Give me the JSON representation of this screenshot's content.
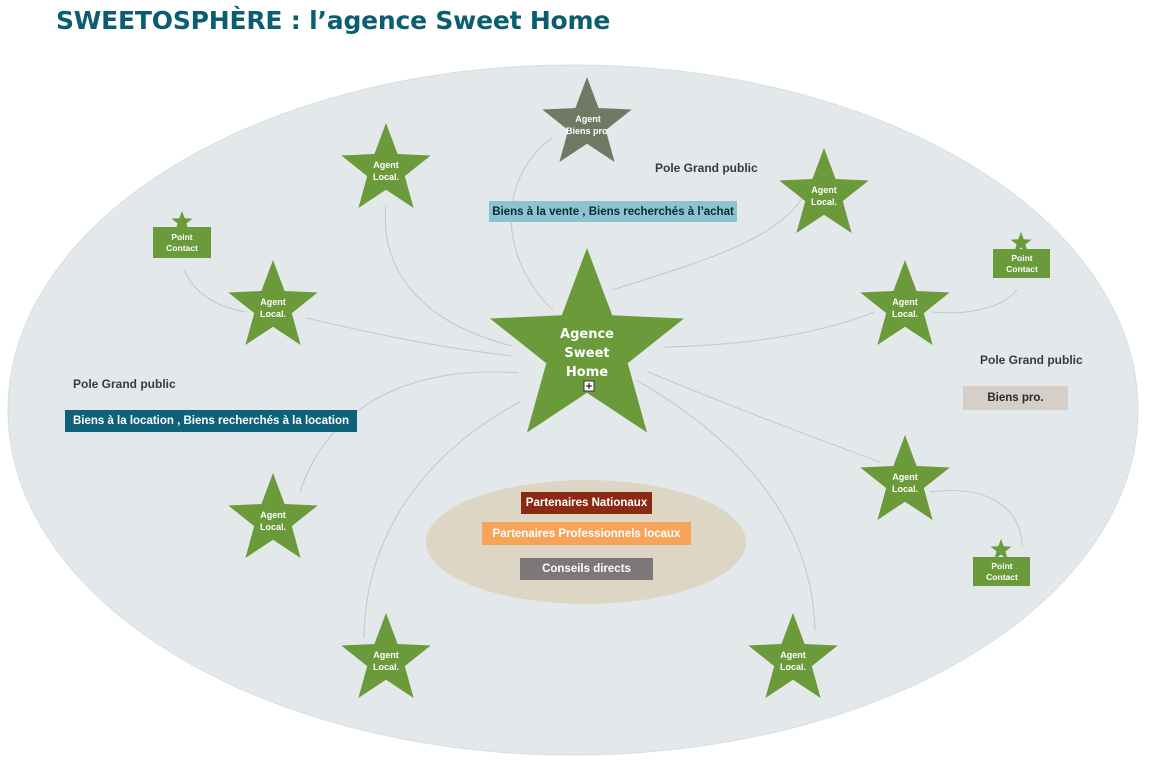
{
  "title": "SWEETOSPHÈRE : l’agence Sweet Home",
  "center": {
    "label": "Agence\nSweet\nHome",
    "expand_symbol": "+"
  },
  "agents": [
    {
      "label": "Agent\nLocal."
    },
    {
      "label": "Agent\nBiens pro."
    },
    {
      "label": "Agent\nLocal."
    },
    {
      "label": "Agent\nLocal."
    },
    {
      "label": "Agent\nLocal."
    },
    {
      "label": "Agent\nLocal."
    },
    {
      "label": "Agent\nLocal."
    },
    {
      "label": "Agent\nLocal."
    },
    {
      "label": "Agent\nLocal."
    }
  ],
  "contact_points": [
    {
      "label": "Point\nContact"
    },
    {
      "label": "Point\nContact"
    },
    {
      "label": "Point\nContact"
    }
  ],
  "poles": [
    {
      "label": "Pole Grand public"
    },
    {
      "label": "Pole Grand public"
    },
    {
      "label": "Pole Grand public"
    }
  ],
  "tags": {
    "vente": "Biens à la vente , Biens recherchés à l’achat",
    "location": "Biens à la location , Biens recherchés à la location",
    "pro": "Biens pro."
  },
  "partners": {
    "nationaux": "Partenaires Nationaux",
    "locaux": "Partenaires Professionnels locaux",
    "conseils": "Conseils directs"
  },
  "colors": {
    "title": "#0b5e70",
    "ellipse": "#e3e9ea",
    "star": "#6a9a3a",
    "star_grey": "#6f7a64",
    "connector": "#c4c9cb",
    "tag_vente": "#8cc3d2",
    "tag_location": "#0f6179",
    "tag_pro": "#d6cfc8",
    "partner_ellipse": "#ddd6c4",
    "partner_nationaux": "#8b2a12",
    "partner_locaux": "#f6a45a",
    "partner_conseils": "#7b7877"
  }
}
